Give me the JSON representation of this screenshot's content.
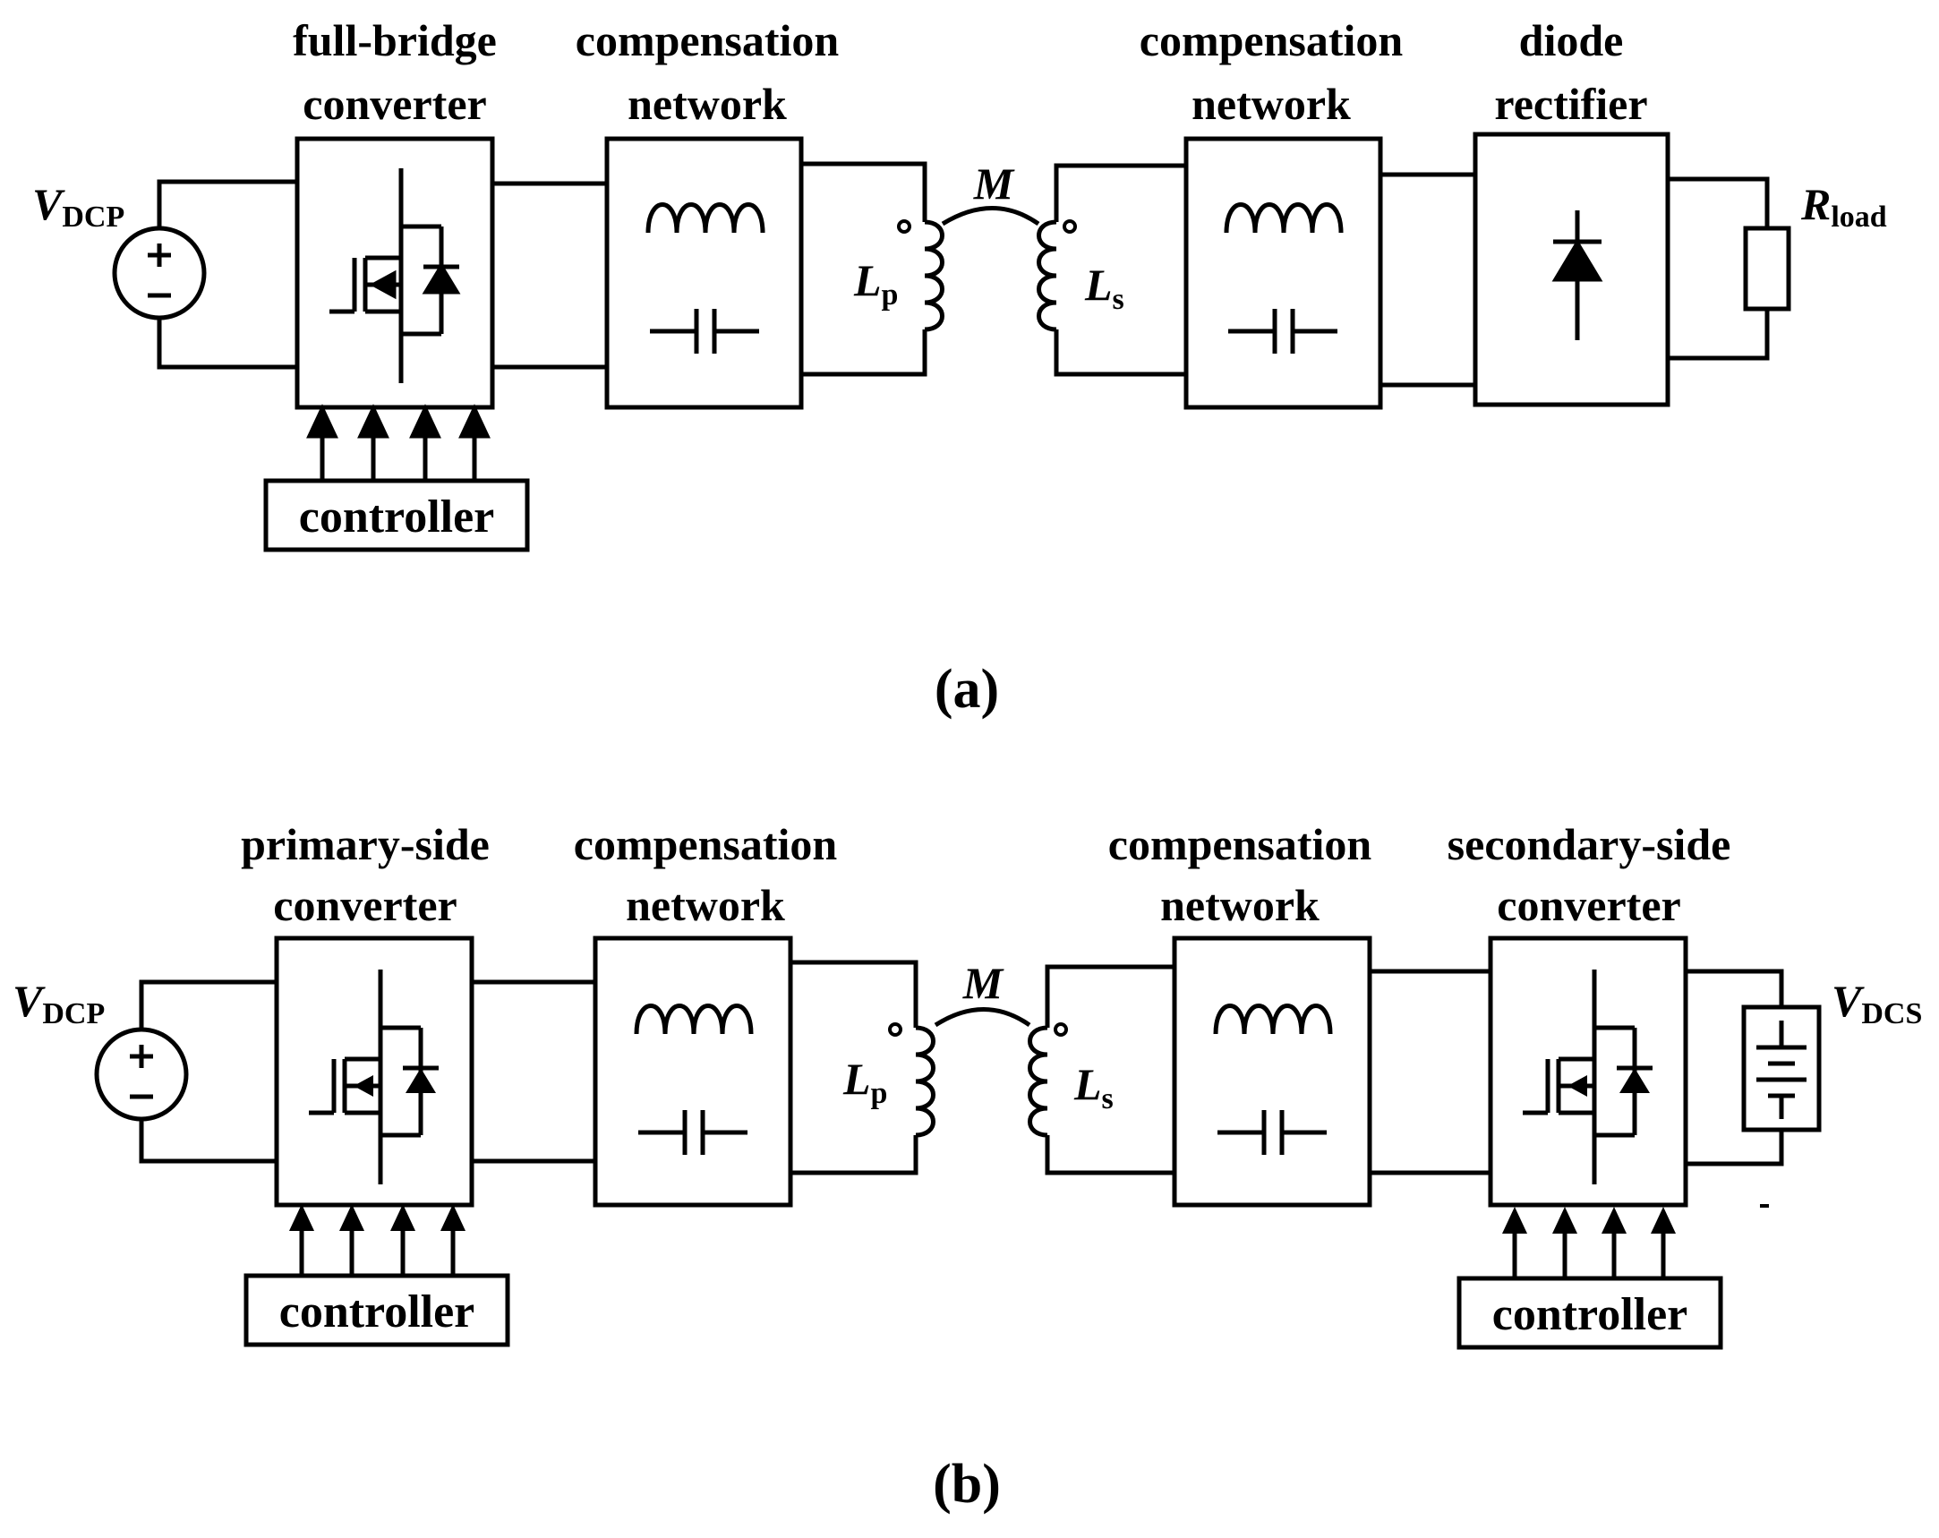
{
  "diagram_a": {
    "caption": "(a)",
    "labels": {
      "converter_line1": "full-bridge",
      "converter_line2": "converter",
      "comp_p_line1": "compensation",
      "comp_p_line2": "network",
      "comp_s_line1": "compensation",
      "comp_s_line2": "network",
      "rect_line1": "diode",
      "rect_line2": "rectifier",
      "controller": "controller"
    },
    "symbols": {
      "source": "V",
      "source_sub": "DCP",
      "lp": "L",
      "lp_sub": "p",
      "m": "M",
      "ls": "L",
      "ls_sub": "s",
      "load": "R",
      "load_sub": "load"
    }
  },
  "diagram_b": {
    "caption": "(b)",
    "labels": {
      "conv_p_line1": "primary-side",
      "conv_p_line2": "converter",
      "comp_p_line1": "compensation",
      "comp_p_line2": "network",
      "comp_s_line1": "compensation",
      "comp_s_line2": "network",
      "conv_s_line1": "secondary-side",
      "conv_s_line2": "converter",
      "controller_p": "controller",
      "controller_s": "controller"
    },
    "symbols": {
      "source": "V",
      "source_sub": "DCP",
      "lp": "L",
      "lp_sub": "p",
      "m": "M",
      "ls": "L",
      "ls_sub": "s",
      "battery": "V",
      "battery_sub": "DCS"
    }
  }
}
